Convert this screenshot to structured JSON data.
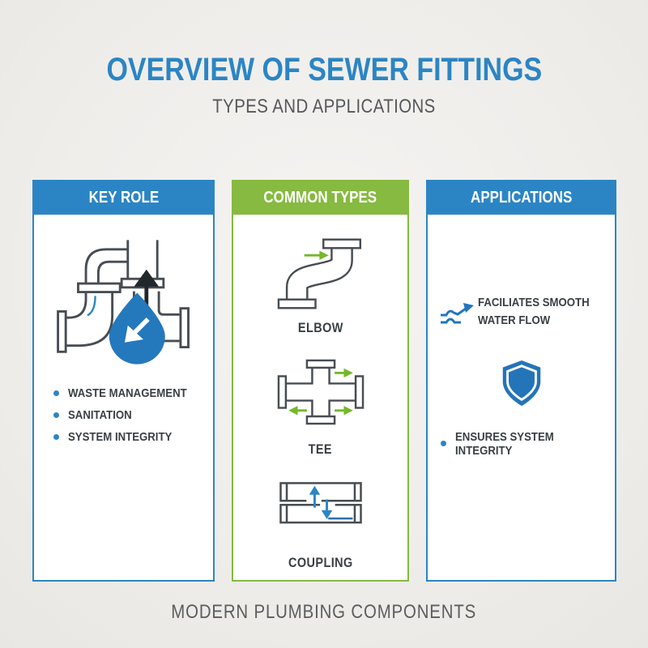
{
  "title": "OVERVIEW OF SEWER FITTINGS",
  "subtitle": "TYPES AND APPLICATIONS",
  "footer": "MODERN PLUMBING COMPONENTS",
  "colors": {
    "accent_blue": "#2b85c4",
    "accent_green": "#86ba40",
    "arrow_green": "#76b72a",
    "icon_fill_blue": "#2478bc",
    "pipe_outline": "#474d53",
    "text_dark": "#393f44",
    "text_gray": "#5a5d5f",
    "background": "#efedea"
  },
  "columns": {
    "key_role": {
      "header": "KEY ROLE",
      "icon": "pipes-water-drop-icon",
      "bullets": [
        "WASTE MANAGEMENT",
        "SANITATION",
        "SYSTEM INTEGRITY"
      ]
    },
    "common_types": {
      "header": "COMMON TYPES",
      "items": [
        {
          "label": "ELBOW",
          "icon": "elbow-pipe-icon"
        },
        {
          "label": "TEE",
          "icon": "tee-pipe-icon"
        },
        {
          "label": "COUPLING",
          "icon": "coupling-pipe-icon"
        }
      ]
    },
    "applications": {
      "header": "APPLICATIONS",
      "features": [
        {
          "label": "FACILIATES SMOOTH WATER FLOW",
          "icon": "water-flow-icon"
        }
      ],
      "shield_icon": "shield-icon",
      "bullets": [
        "ENSURES SYSTEM INTEGRITY"
      ]
    }
  }
}
